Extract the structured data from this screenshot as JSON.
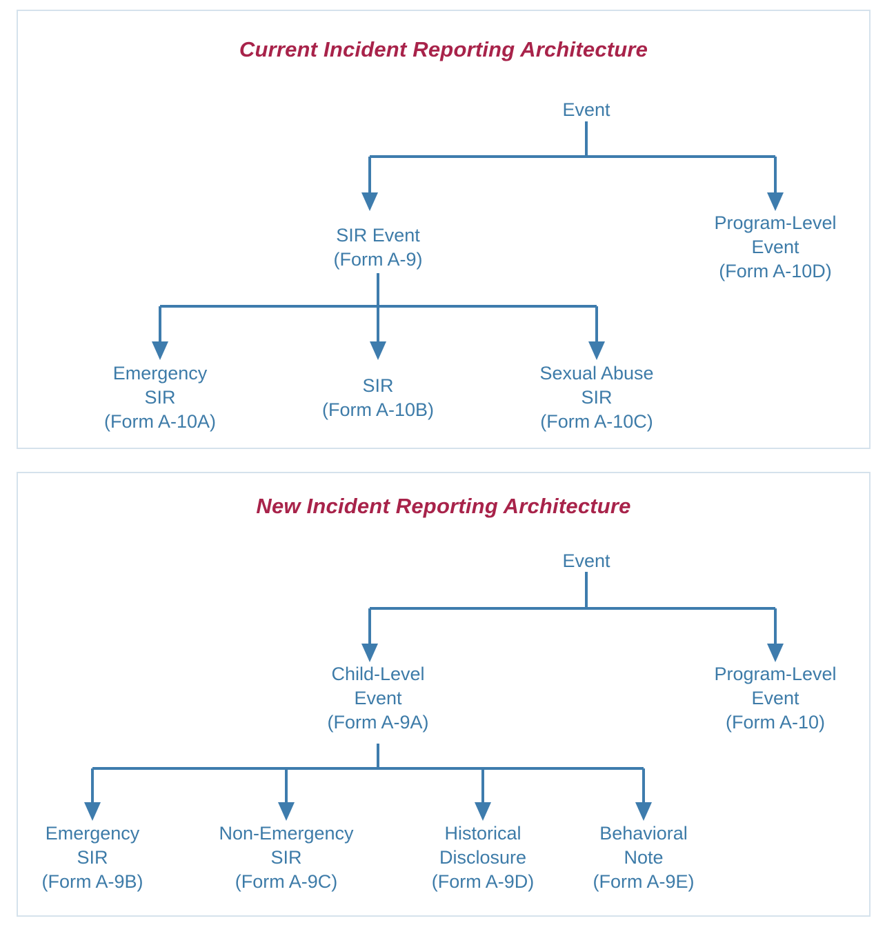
{
  "colors": {
    "title": "#a8234a",
    "node_text": "#3d7ba8",
    "connector": "#3e7cad",
    "panel_border": "#d5e2ec",
    "background": "#ffffff"
  },
  "panels": [
    {
      "id": "current",
      "title": "Current Incident Reporting Architecture",
      "nodes": {
        "root": {
          "lines": [
            "Event"
          ]
        },
        "level2_left": {
          "lines": [
            "SIR Event",
            "(Form A-9)"
          ]
        },
        "level2_right": {
          "lines": [
            "Program-Level",
            "Event",
            "(Form A-10D)"
          ]
        },
        "level3": [
          {
            "lines": [
              "Emergency",
              "SIR",
              "(Form A-10A)"
            ]
          },
          {
            "lines": [
              "SIR",
              "(Form A-10B)"
            ]
          },
          {
            "lines": [
              "Sexual Abuse",
              "SIR",
              "(Form A-10C)"
            ]
          }
        ]
      }
    },
    {
      "id": "new",
      "title": "New Incident Reporting Architecture",
      "nodes": {
        "root": {
          "lines": [
            "Event"
          ]
        },
        "level2_left": {
          "lines": [
            "Child-Level",
            "Event",
            "(Form A-9A)"
          ]
        },
        "level2_right": {
          "lines": [
            "Program-Level",
            "Event",
            "(Form A-10)"
          ]
        },
        "level3": [
          {
            "lines": [
              "Emergency",
              "SIR",
              "(Form A-9B)"
            ]
          },
          {
            "lines": [
              "Non-Emergency",
              "SIR",
              "(Form A-9C)"
            ]
          },
          {
            "lines": [
              "Historical",
              "Disclosure",
              "(Form A-9D)"
            ]
          },
          {
            "lines": [
              "Behavioral",
              "Note",
              "(Form A-9E)"
            ]
          }
        ]
      }
    }
  ]
}
